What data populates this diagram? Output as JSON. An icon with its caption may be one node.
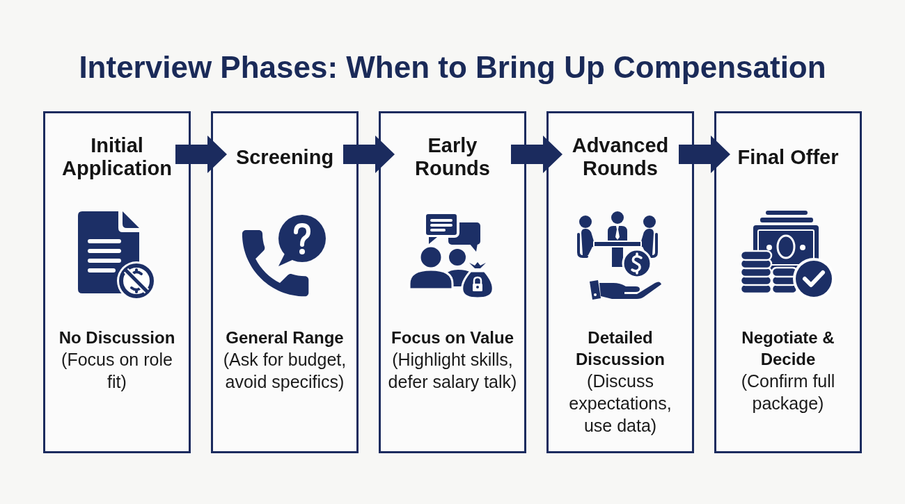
{
  "diagram": {
    "title": "Interview Phases: When to Bring Up Compensation",
    "nodes": [
      {
        "text": [
          "Initial Application",
          "No Discussion",
          "(Focus on role fit)"
        ]
      },
      {
        "text": [
          "Screening",
          "General Range",
          "(Ask for budget, avoid specifics)"
        ]
      },
      {
        "text": [
          "Early Rounds",
          "Focus on Value",
          "(Highlight skills, defer salary talk)"
        ]
      },
      {
        "text": [
          "Advanced Rounds",
          "Detailed Discussion",
          "(Discuss expectations, use data)"
        ]
      },
      {
        "text": [
          "Final Offer",
          "Negotiate & Decide",
          "(Confirm full package)"
        ]
      }
    ],
    "edges": [
      {
        "from": 0,
        "to": 1,
        "arrow": "to"
      },
      {
        "from": 1,
        "to": 2,
        "arrow": "to"
      },
      {
        "from": 2,
        "to": 3,
        "arrow": "to"
      },
      {
        "from": 3,
        "to": 4,
        "arrow": "to"
      }
    ]
  }
}
